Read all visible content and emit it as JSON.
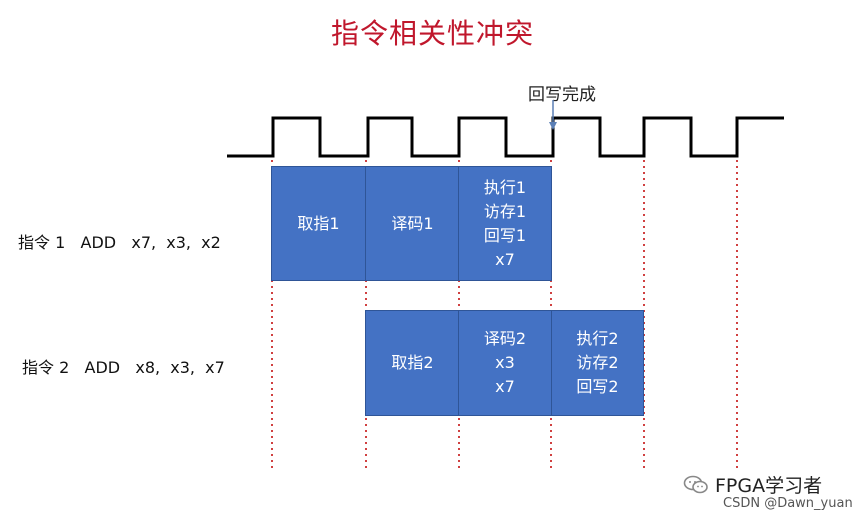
{
  "title": "指令相关性冲突",
  "writeback_label": "回写完成",
  "instructions": [
    {
      "label": "指令 1   ADD   x7,  x3,  x2",
      "stages": [
        [
          "取指1"
        ],
        [
          "译码1"
        ],
        [
          "执行1",
          "访存1",
          "回写1",
          "x7"
        ]
      ]
    },
    {
      "label": "指令 2   ADD   x8,  x3,  x7",
      "stages": [
        [
          "取指2"
        ],
        [
          "译码2",
          "x3",
          "x7"
        ],
        [
          "执行2",
          "访存2",
          "回写2"
        ]
      ]
    }
  ],
  "watermark": {
    "name": "FPGA学习者",
    "icon": "wechat-icon"
  },
  "source": "CSDN @Dawn_yuan",
  "colors": {
    "title": "#c0172c",
    "box": "#4472c4",
    "guide": "#c00000",
    "clock": "#000000"
  }
}
